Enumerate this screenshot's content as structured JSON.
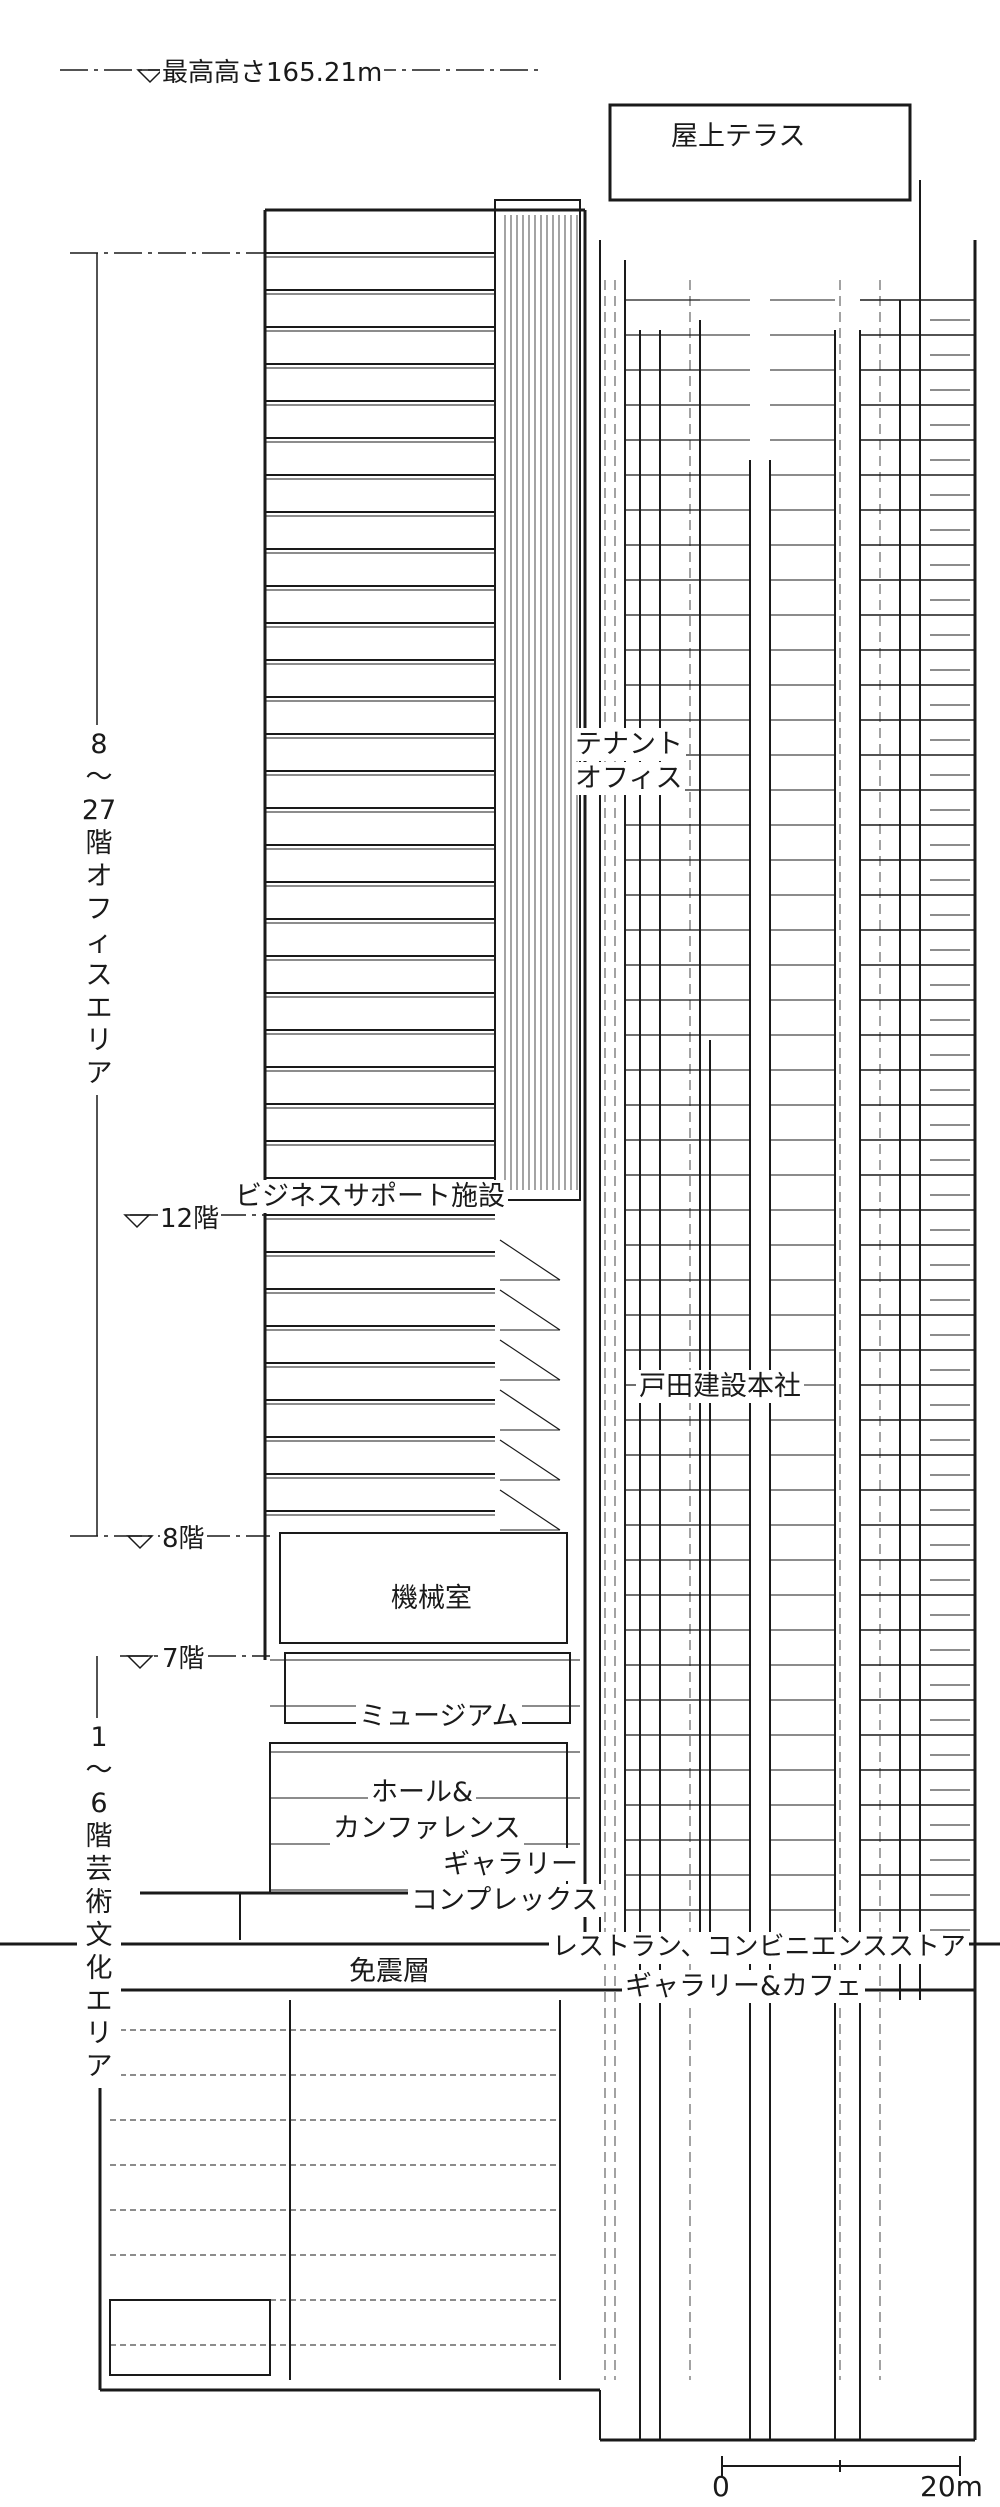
{
  "levels": {
    "max_height": "最高高さ165.21m",
    "floor12": "12階",
    "floor8": "8階",
    "floor7": "7階"
  },
  "zones": {
    "office_area_lines": [
      "8",
      "～",
      "27",
      "階",
      "オ",
      "フ",
      "ィ",
      "ス",
      "エ",
      "リ",
      "ア"
    ],
    "culture_area_lines": [
      "1",
      "～",
      "6",
      "階",
      "芸",
      "術",
      "文",
      "化",
      "エ",
      "リ",
      "ア"
    ]
  },
  "rooms": {
    "rooftop_terrace": "屋上テラス",
    "tenant_office_1": "テナント",
    "tenant_office_2": "オフィス",
    "business_support": "ビジネスサポート施設",
    "toda_hq": "戸田建設本社",
    "machine_room": "機械室",
    "museum": "ミュージアム",
    "hall_1": "ホール&",
    "hall_2": "カンファレンス",
    "gallery_complex_1": "ギャラリー",
    "gallery_complex_2": "コンプレックス",
    "restaurant": "レストラン、コンビニエンスストア",
    "gallery_cafe": "ギャラリー&カフェ",
    "seismic_isolation": "免震層"
  },
  "scale": {
    "zero": "0",
    "length": "20m"
  }
}
